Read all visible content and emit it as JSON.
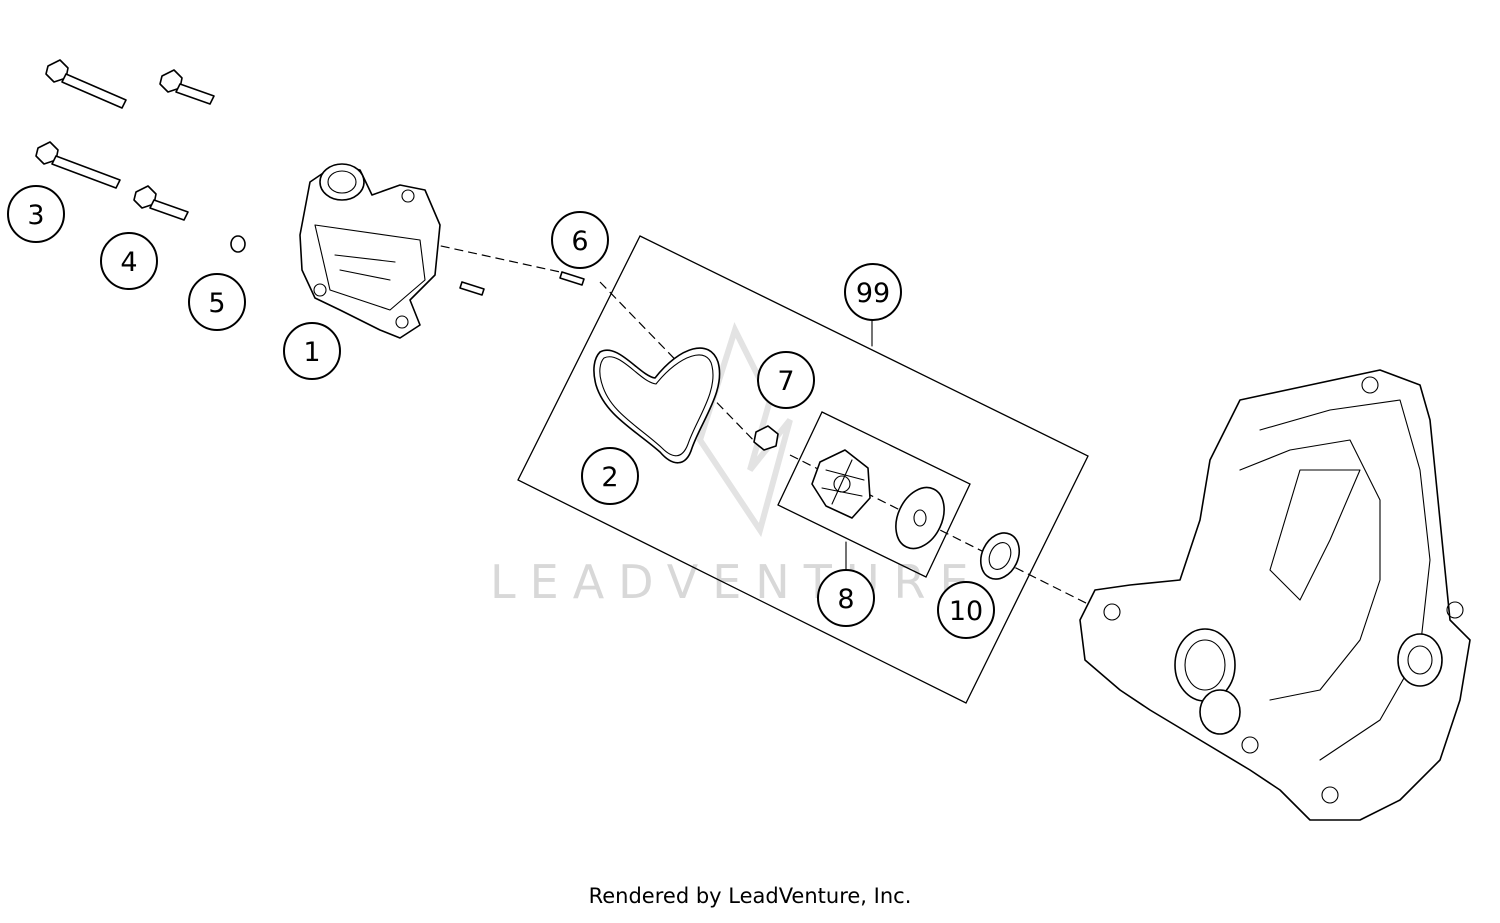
{
  "callouts": [
    {
      "label": "1"
    },
    {
      "label": "2"
    },
    {
      "label": "3"
    },
    {
      "label": "4"
    },
    {
      "label": "5"
    },
    {
      "label": "6"
    },
    {
      "label": "7"
    },
    {
      "label": "8"
    },
    {
      "label": "10"
    },
    {
      "label": "99"
    }
  ],
  "watermark": {
    "text": "LEADVENTURE"
  },
  "footer": {
    "text": "Rendered by LeadVenture, Inc."
  }
}
